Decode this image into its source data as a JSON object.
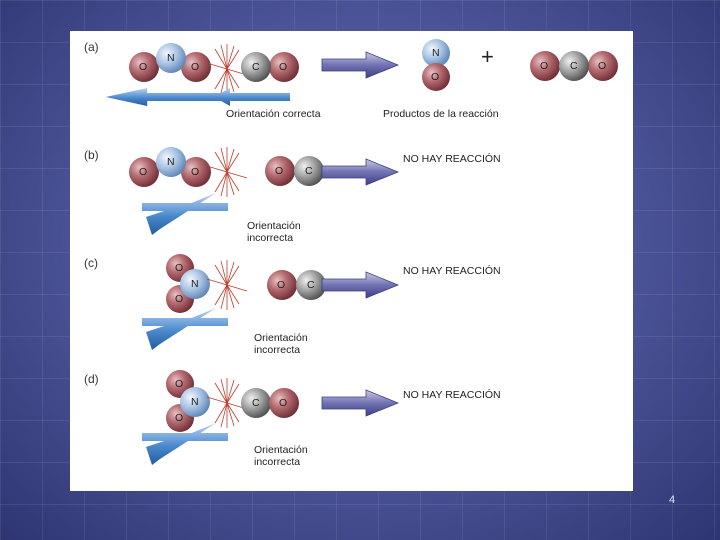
{
  "slide": {
    "page_number": "4",
    "colors": {
      "oxygen": "#a4545b",
      "nitrogen": "#92b6df",
      "carbon": "#8a8a8a",
      "arrow_fill": "#6e6fae",
      "blue_arrow": "#3a78c0"
    }
  },
  "diagram": {
    "panels": [
      {
        "letter": "(a)",
        "orientation_label": "Orientación correcta",
        "result_label": "Productos de la reacción",
        "plus": "+",
        "atoms": {
          "o": "O",
          "n": "N",
          "c": "C"
        }
      },
      {
        "letter": "(b)",
        "orientation_label": "Orientación incorrecta",
        "result_label": "NO HAY REACCIÓN",
        "atoms": {
          "o": "O",
          "n": "N",
          "c": "C"
        }
      },
      {
        "letter": "(c)",
        "orientation_label": "Orientación incorrecta",
        "result_label": "NO HAY REACCIÓN",
        "atoms": {
          "o": "O",
          "n": "N",
          "c": "C"
        }
      },
      {
        "letter": "(d)",
        "orientation_label": "Orientación incorrecta",
        "result_label": "NO HAY REACCIÓN",
        "atoms": {
          "o": "O",
          "n": "N",
          "c": "C"
        }
      }
    ]
  }
}
